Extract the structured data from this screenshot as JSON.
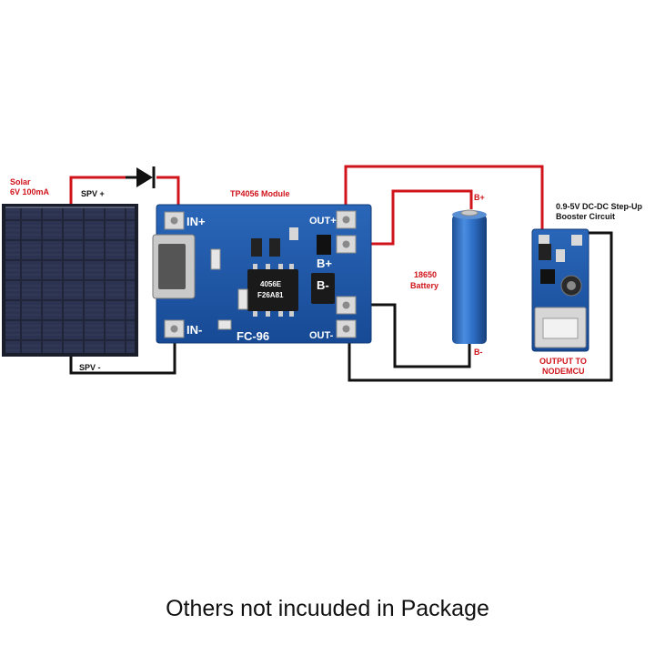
{
  "solar": {
    "label_line1": "Solar",
    "label_line2": "6V 100mA"
  },
  "wires": {
    "spv_plus": "SPV +",
    "spv_minus": "SPV -"
  },
  "tp4056": {
    "title": "TP4056 Module",
    "pad_in_plus": "IN+",
    "pad_in_minus": "IN-",
    "pad_out_plus": "OUT+",
    "pad_out_minus": "OUT-",
    "pad_b_plus": "B+",
    "pad_b_minus": "B-",
    "board_code": "FC-96",
    "chip_marking_1": "4056E",
    "chip_marking_2": "F26A81"
  },
  "battery": {
    "name": "18650",
    "type": "Battery",
    "terminal_plus": "B+",
    "terminal_minus": "B-"
  },
  "booster": {
    "label_line1": "0.9-5V DC-DC Step-Up",
    "label_line2": "Booster Circuit"
  },
  "output": {
    "line1": "OUTPUT TO",
    "line2": "NODEMCU"
  },
  "caption": "Others not incuuded in Package",
  "colors": {
    "positive_wire": "#d0141b",
    "negative_wire": "#111111",
    "pcb": "#1e56a8",
    "battery": "#2e6fc6"
  }
}
